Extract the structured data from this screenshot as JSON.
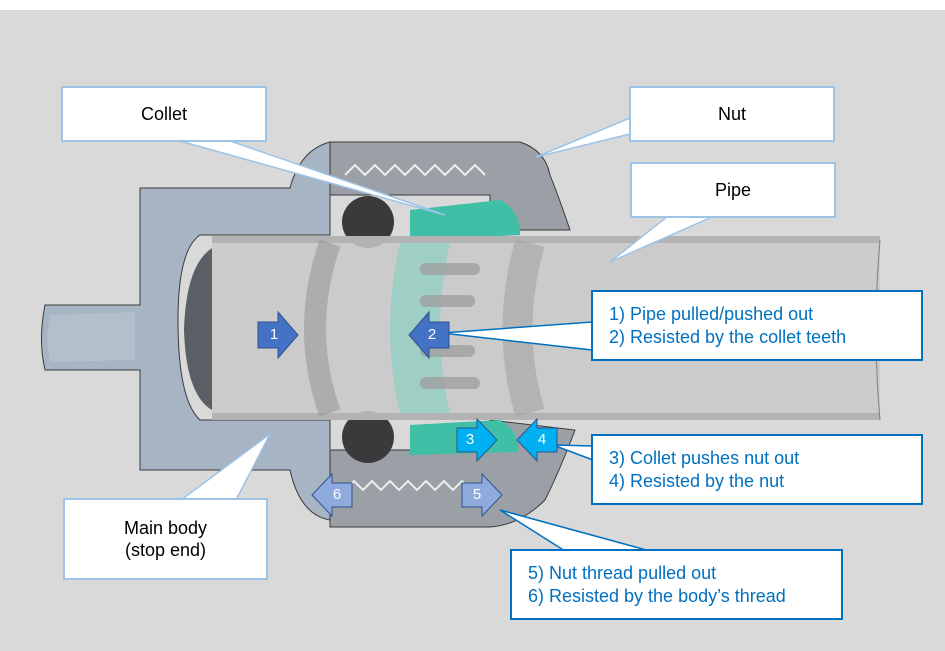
{
  "labels": {
    "collet": "Collet",
    "nut": "Nut",
    "pipe": "Pipe",
    "main_body_line1": "Main body",
    "main_body_line2": "(stop end)"
  },
  "notes": {
    "pipe": [
      "1) Pipe pulled/pushed  out",
      "2) Resisted by the collet teeth"
    ],
    "collet": [
      "3) Collet pushes nut out",
      "4) Resisted by the nut"
    ],
    "thread": [
      "5) Nut thread pulled out",
      "6) Resisted by the body’s thread"
    ]
  },
  "arrows": [
    {
      "number": "1",
      "direction": "right",
      "color": "#4472c4"
    },
    {
      "number": "2",
      "direction": "left",
      "color": "#4472c4"
    },
    {
      "number": "3",
      "direction": "right",
      "color": "#00b0f0"
    },
    {
      "number": "4",
      "direction": "left",
      "color": "#00b0f0"
    },
    {
      "number": "5",
      "direction": "right",
      "color": "#8faadc"
    },
    {
      "number": "6",
      "direction": "left",
      "color": "#8faadc"
    }
  ],
  "colors": {
    "background": "#d9d9d9",
    "label_border": "#9dc3e6",
    "note_border": "#0070c0",
    "note_text": "#0070c0",
    "body_plastic": "#a6b4c4",
    "nut_plastic": "#9aa0a6",
    "collet": "#3fbfa6",
    "oring": "#3a3a3a",
    "pipe": "#c8c8c8"
  }
}
